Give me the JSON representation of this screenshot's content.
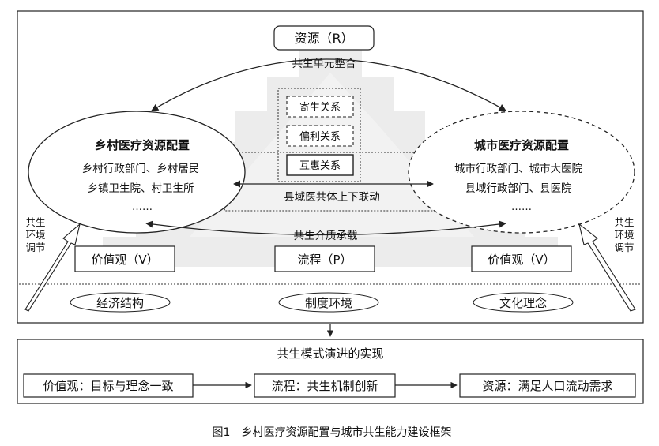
{
  "top": {
    "resource": "资源（R）",
    "integration": "共生单元整合"
  },
  "relations": [
    "寄生关系",
    "偏利关系",
    "互惠关系"
  ],
  "rural": {
    "title": "乡村医疗资源配置",
    "lines": [
      "乡村行政部门、乡村居民",
      "乡镇卫生院、村卫生所",
      "……"
    ]
  },
  "urban": {
    "title": "城市医疗资源配置",
    "lines": [
      "城市行政部门、城市大医院",
      "县域行政部门、县医院",
      "……"
    ]
  },
  "county_link": "县域医共体上下联动",
  "medium": "共生介质承载",
  "side_left": [
    "共生",
    "环境",
    "调节"
  ],
  "side_right": [
    "共生",
    "环境",
    "调节"
  ],
  "bottom_boxes": {
    "left": "价值观（V）",
    "center": "流程（P）",
    "right": "价值观（V）"
  },
  "environment": [
    "经济结构",
    "制度环境",
    "文化理念"
  ],
  "realization": {
    "title": "共生模式演进的实现",
    "steps": [
      "价值观：目标与理念一致",
      "流程：共生机制创新",
      "资源：满足人口流动需求"
    ]
  },
  "caption": "图1　乡村医疗资源配置与城市共生能力建设框架",
  "colors": {
    "line": "#222222",
    "triangle": "#ececec"
  }
}
